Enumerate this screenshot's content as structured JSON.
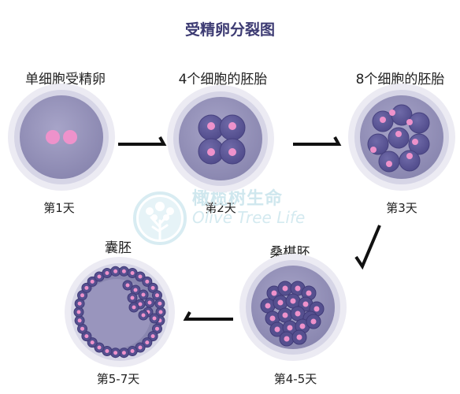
{
  "title": "受精卵分裂图",
  "stages": [
    {
      "label": "单细胞受精卵",
      "day": "第1天"
    },
    {
      "label": "4个细胞的胚胎",
      "day": "第2天"
    },
    {
      "label": "8个细胞的胚胎",
      "day": "第3天"
    },
    {
      "label": "桑椹胚",
      "day": "第4-5天"
    },
    {
      "label": "囊胚",
      "day": "第5-7天"
    }
  ],
  "watermark": {
    "cn": "橄榄树生命",
    "en": "Olive Tree Life"
  },
  "colors": {
    "title": "#3d3b73",
    "zona": "#e5e5ef",
    "inner": "#8f8cb3",
    "cell": "#5a5594",
    "nucleus": "#ea8fc8",
    "arrow": "#111111"
  }
}
